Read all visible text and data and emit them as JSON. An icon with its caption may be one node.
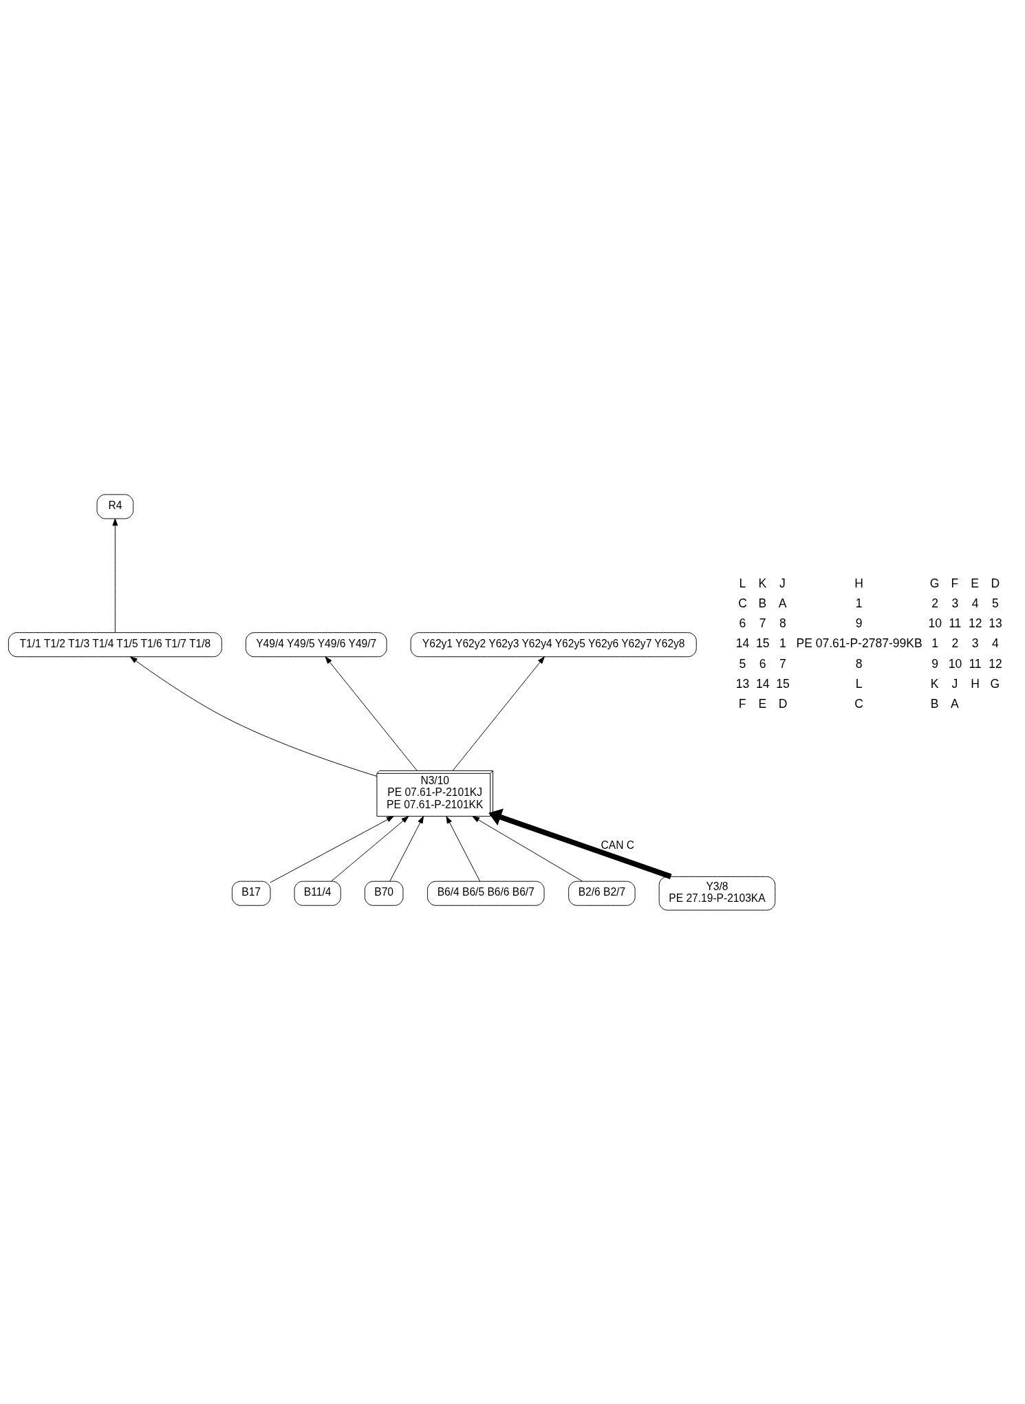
{
  "diagram": {
    "nodes": [
      {
        "text": [
          "N3/10",
          "PE 07.61-P-2101KJ",
          "PE 07.61-P-2101KK"
        ]
      },
      {
        "text": [
          "T1/1 T1/2 T1/3 T1/4 T1/5 T1/6 T1/7 T1/8"
        ]
      },
      {
        "text": [
          "R4"
        ]
      },
      {
        "text": [
          "Y49/4 Y49/5 Y49/6 Y49/7"
        ]
      },
      {
        "text": [
          "Y62y1 Y62y2 Y62y3 Y62y4 Y62y5 Y62y6 Y62y7 Y62y8"
        ]
      },
      {
        "text": [
          "B17"
        ]
      },
      {
        "text": [
          "B11/4"
        ]
      },
      {
        "text": [
          "B70"
        ]
      },
      {
        "text": [
          "B6/4 B6/5 B6/6 B6/7"
        ]
      },
      {
        "text": [
          "B2/6 B2/7"
        ]
      },
      {
        "text": [
          "Y3/8",
          "PE 27.19-P-2103KA"
        ]
      }
    ],
    "edges": [
      {
        "from": 0,
        "to": 1,
        "arrow": "to"
      },
      {
        "from": 1,
        "to": 2,
        "arrow": "to"
      },
      {
        "from": 0,
        "to": 3,
        "arrow": "to"
      },
      {
        "from": 0,
        "to": 4,
        "arrow": "to"
      },
      {
        "from": 5,
        "to": 0,
        "arrow": "to"
      },
      {
        "from": 6,
        "to": 0,
        "arrow": "to"
      },
      {
        "from": 7,
        "to": 0,
        "arrow": "to"
      },
      {
        "from": 8,
        "to": 0,
        "arrow": "to"
      },
      {
        "from": 9,
        "to": 0,
        "arrow": "to"
      },
      {
        "from": 10,
        "to": 0,
        "arrow": "to",
        "label": "CAN C",
        "style": "thick"
      }
    ],
    "labels": [
      "L",
      "K",
      "J",
      "H",
      "G",
      "F",
      "E",
      "D",
      "C",
      "B",
      "A",
      "1",
      "2",
      "3",
      "4",
      "5",
      "6",
      "7",
      "8",
      "9",
      "10",
      "11",
      "12",
      "13",
      "14",
      "15",
      "1",
      "PE 07.61-P-2787-99KB",
      "1",
      "2",
      "3",
      "4",
      "5",
      "6",
      "7",
      "8",
      "9",
      "10",
      "11",
      "12",
      "13",
      "14",
      "15",
      "L",
      "K",
      "J",
      "H",
      "G",
      "F",
      "E",
      "D",
      "C",
      "B",
      "A"
    ]
  }
}
